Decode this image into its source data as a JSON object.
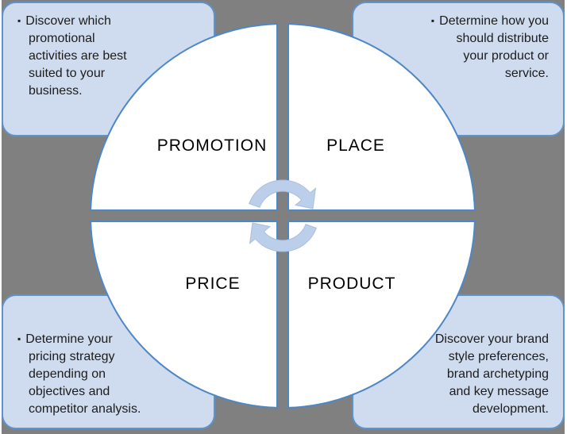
{
  "title": "Marketing mix four Ps diagram",
  "colors": {
    "background": "#808080",
    "page_edge": "#ffffff",
    "box_fill": "#cfdbee",
    "box_border": "#5e93cc",
    "quadrant_fill": "#ffffff",
    "quadrant_border": "#4e87c6",
    "arrow_fill": "#bccfea",
    "arrow_edge": "#a9bedd",
    "label_text": "#000000",
    "body_text": "#1c1c1c"
  },
  "bullet_glyph": "▪",
  "quadrants": [
    {
      "id": "promotion",
      "label": "PROMOTION"
    },
    {
      "id": "place",
      "label": "PLACE"
    },
    {
      "id": "price",
      "label": "PRICE"
    },
    {
      "id": "product",
      "label": "PRODUCT"
    }
  ],
  "callouts": [
    {
      "position": "top-left",
      "relates_to": "PROMOTION",
      "text": "Discover which\npromotional\nactivities are best\nsuited to your\nbusiness."
    },
    {
      "position": "top-right",
      "relates_to": "PLACE",
      "text": "Determine how you\nshould distribute\nyour product or\nservice."
    },
    {
      "position": "bottom-left",
      "relates_to": "PRICE",
      "text": "Determine your\npricing strategy\ndepending on\nobjectives and\ncompetitor analysis."
    },
    {
      "position": "bottom-right",
      "relates_to": "PRODUCT",
      "text": "Discover your brand\nstyle preferences,\nbrand archetyping\nand key message\ndevelopment."
    }
  ],
  "icons": {
    "center": "rotation-arrows-icon"
  }
}
